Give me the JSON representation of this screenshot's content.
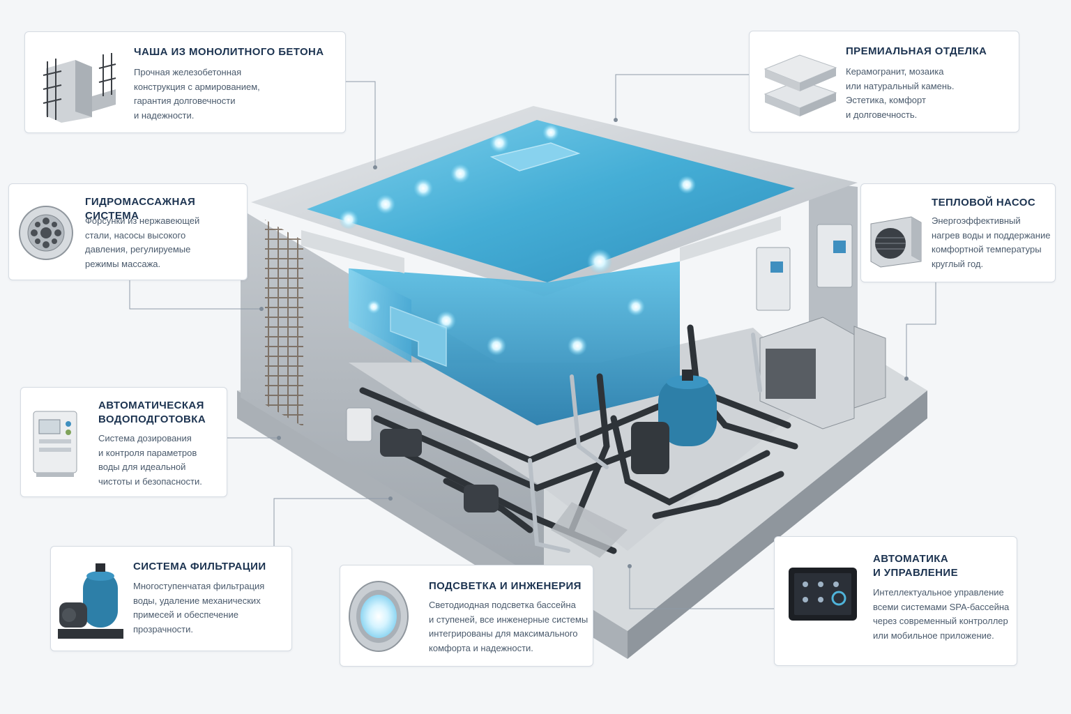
{
  "colors": {
    "background": "#f4f6f8",
    "card_border": "#d5dbe2",
    "title": "#1c3350",
    "text": "#4a5a6c",
    "water": "#4fb3d9",
    "concrete": "#c9ced3",
    "pipes": "#2e3338"
  },
  "callouts": {
    "concrete_bowl": {
      "icon": "rebar-concrete-block-icon",
      "title": "ЧАША ИЗ МОНОЛИТНОГО БЕТОНА",
      "text": "Прочная железобетонная\nконструкция с армированием,\nгарантия долговечности\nи надежности."
    },
    "finish": {
      "icon": "stone-tiles-icon",
      "title": "ПРЕМИАЛЬНАЯ ОТДЕЛКА",
      "text": "Керамогранит, мозаика\nили натуральный камень.\nЭстетика, комфорт\nи долговечность."
    },
    "hydromassage": {
      "icon": "massage-nozzle-icon",
      "title": "ГИДРОМАССАЖНАЯ СИСТЕМА",
      "text": "Форсунки из нержавеющей\nстали, насосы высокого\nдавления, регулируемые\nрежимы массажа."
    },
    "heat_pump": {
      "icon": "heat-pump-icon",
      "title": "ТЕПЛОВОЙ НАСОС",
      "text": "Энергоэффективный\nнагрев воды и поддержание\nкомфортной температуры\nкруглый год."
    },
    "water_treatment": {
      "icon": "dosing-controller-icon",
      "title": "АВТОМАТИЧЕСКАЯ\nВОДОПОДГОТОВКА",
      "text": "Система дозирования\nи контроля параметров\nводы для идеальной\nчистоты и безопасности."
    },
    "filtration": {
      "icon": "sand-filter-pump-icon",
      "title": "СИСТЕМА ФИЛЬТРАЦИИ",
      "text": "Многоступенчатая фильтрация\nводы, удаление механических\nпримесей и обеспечение\nпрозрачности."
    },
    "lighting": {
      "icon": "led-pool-light-icon",
      "title": "ПОДСВЕТКА И ИНЖЕНЕРИЯ",
      "text": "Светодиодная подсветка бассейна\nи ступеней, все инженерные системы\nинтегрированы для максимального\nкомфорта и надежности."
    },
    "automation": {
      "icon": "touch-control-panel-icon",
      "title": "АВТОМАТИКА\nИ УПРАВЛЕНИЕ",
      "text": "Интеллектуальное управление\nвсеми системами SPA-бассейна\nчерез современный контроллер\nили мобильное приложение."
    }
  }
}
